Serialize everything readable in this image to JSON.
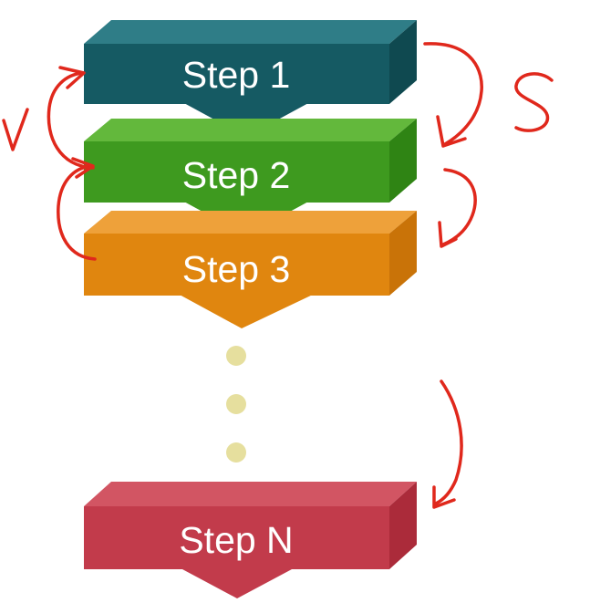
{
  "steps": [
    {
      "label": "Step 1",
      "color": "#155a63",
      "top_color": "#2f7d87",
      "side_color": "#0f4950",
      "arrow_color": "#155a63"
    },
    {
      "label": "Step 2",
      "color": "#3e9a1f",
      "top_color": "#63b83c",
      "side_color": "#2f8414",
      "arrow_color": "#3e9a1f"
    },
    {
      "label": "Step 3",
      "color": "#e0860f",
      "top_color": "#eea13a",
      "side_color": "#c97308",
      "arrow_color": "#e0860f"
    },
    {
      "label": "Step N",
      "color": "#c23b4b",
      "top_color": "#d25563",
      "side_color": "#ab2b3a",
      "arrow_color": "#c23b4b"
    }
  ],
  "ellipsis_dot_color": "#e6df9e",
  "annotation": {
    "color": "#e0281c",
    "letter_left": "v",
    "letter_right": "s"
  }
}
